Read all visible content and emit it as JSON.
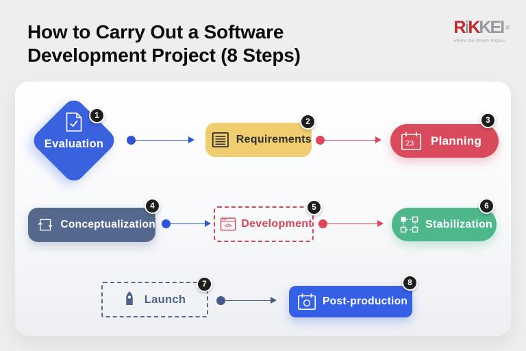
{
  "header": {
    "title": "How to Carry Out a Software Development Project (8 Steps)",
    "title_lines": [
      "How to Carry Out a Software",
      "Development Project (8 Steps)"
    ],
    "logo": {
      "brand": "Rikkei",
      "letters": [
        "R",
        "i",
        "K",
        "K",
        "E",
        "I"
      ],
      "registered_mark": "®",
      "tagline": "where the dream begins",
      "brand_red": "#C1272D",
      "brand_gray": "#97999C"
    },
    "title_color": "#0C0C0C"
  },
  "steps": [
    {
      "number": "1",
      "label": "Evaluation",
      "icon": "document-check-icon",
      "shape": "diamond",
      "color": "#3B62DE",
      "label_color": "#FFFFFF"
    },
    {
      "number": "2",
      "label": "Requirements",
      "icon": "list-document-icon",
      "shape": "rounded-solid",
      "color": "#F0CD6E",
      "label_color": "#2F2F2F"
    },
    {
      "number": "3",
      "label": "Planning",
      "icon": "calendar-date-icon",
      "icon_text": "23",
      "shape": "pill-solid",
      "color": "#D94A5C",
      "label_color": "#FFFFFF"
    },
    {
      "number": "4",
      "label": "Conceptualization",
      "icon": "loop-arrows-icon",
      "shape": "rounded-solid",
      "color": "#55688D",
      "label_color": "#FFFFFF"
    },
    {
      "number": "5",
      "label": "Development",
      "icon": "code-window-icon",
      "icon_text": "</>",
      "shape": "dashed-outline",
      "color": "#D84557",
      "label_color": "#D84557"
    },
    {
      "number": "6",
      "label": "Stabilization",
      "icon": "node-diagram-icon",
      "shape": "pill-solid",
      "color": "#4EB88B",
      "label_color": "#FFFFFF"
    },
    {
      "number": "7",
      "label": "Launch",
      "icon": "rocket-icon",
      "shape": "dashed-outline",
      "color": "#55688D",
      "label_color": "#4F638B"
    },
    {
      "number": "8",
      "label": "Post-production",
      "icon": "calendar-clock-icon",
      "shape": "rounded-solid",
      "color": "#3560E6",
      "label_color": "#FFFFFF"
    }
  ],
  "badge": {
    "background": "#1E1E1E",
    "ring": "#FFFFFF",
    "text_color": "#FFFFFF"
  },
  "connectors": [
    {
      "from": "Evaluation",
      "to": "Requirements",
      "color": "#2F55D6"
    },
    {
      "from": "Requirements",
      "to": "Planning",
      "color": "#E0455A"
    },
    {
      "from": "Conceptualization",
      "to": "Development",
      "color": "#2F55D6"
    },
    {
      "from": "Development",
      "to": "Stabilization",
      "color": "#E0455A"
    },
    {
      "from": "Launch",
      "to": "Post-production",
      "color": "#46598B"
    }
  ]
}
